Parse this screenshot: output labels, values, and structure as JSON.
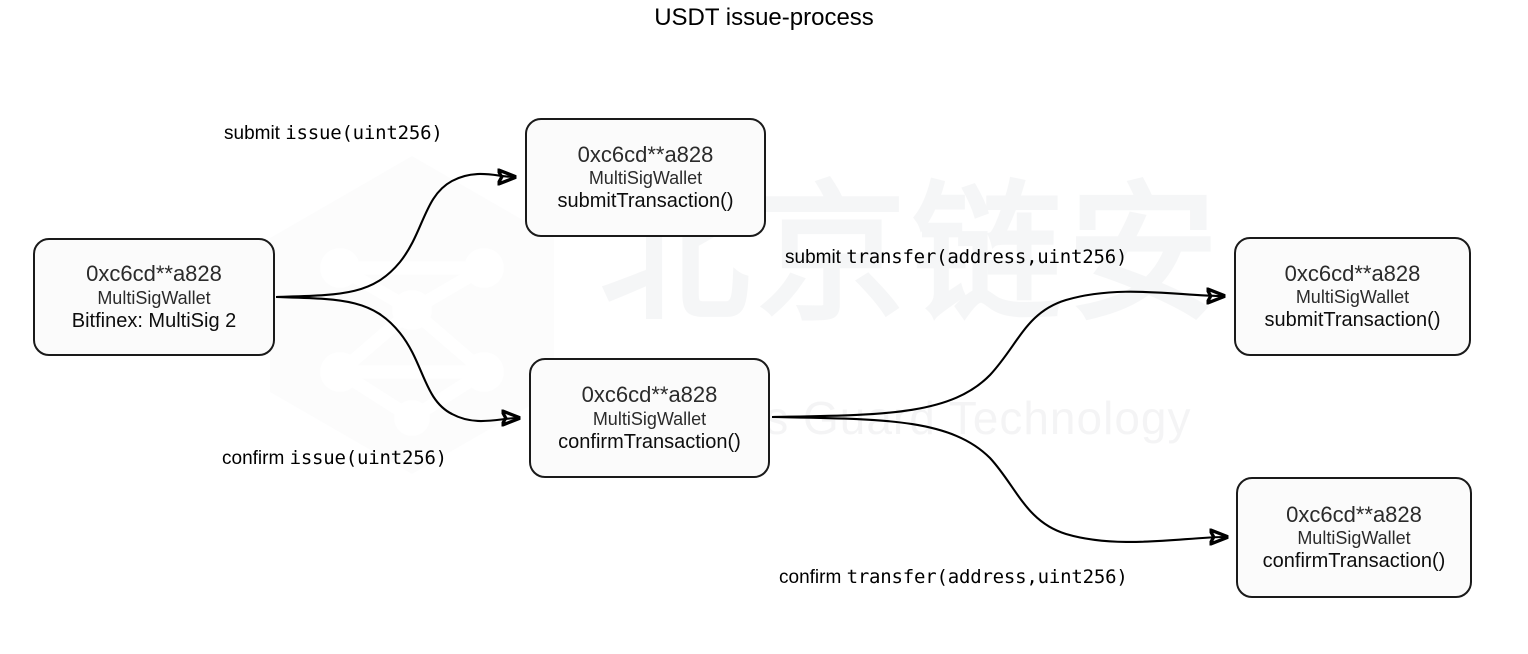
{
  "title": "USDT issue-process",
  "watermark": {
    "cjk_text": "北京链安",
    "en_text": "Chains Guard Technology",
    "logo_icon": "hexagon-network-logo"
  },
  "nodes": [
    {
      "id": "source",
      "address": "0xc6cd**a828",
      "contract": "MultiSigWallet",
      "detail": "Bitfinex: MultiSig 2"
    },
    {
      "id": "submit-issue",
      "address": "0xc6cd**a828",
      "contract": "MultiSigWallet",
      "detail": "submitTransaction()"
    },
    {
      "id": "confirm-issue",
      "address": "0xc6cd**a828",
      "contract": "MultiSigWallet",
      "detail": "confirmTransaction()"
    },
    {
      "id": "submit-transfer",
      "address": "0xc6cd**a828",
      "contract": "MultiSigWallet",
      "detail": "submitTransaction()"
    },
    {
      "id": "confirm-transfer",
      "address": "0xc6cd**a828",
      "contract": "MultiSigWallet",
      "detail": "confirmTransaction()"
    }
  ],
  "edges": [
    {
      "id": "submit-issue",
      "verb": "submit ",
      "signature": "issue(uint256)",
      "from": "source",
      "to": "submit-issue"
    },
    {
      "id": "confirm-issue",
      "verb": "confirm ",
      "signature": "issue(uint256)",
      "from": "source",
      "to": "confirm-issue"
    },
    {
      "id": "submit-transfer",
      "verb": "submit ",
      "signature": "transfer(address,uint256)",
      "from": "confirm-issue",
      "to": "submit-transfer"
    },
    {
      "id": "confirm-transfer",
      "verb": "confirm ",
      "signature": "transfer(address,uint256)",
      "from": "confirm-issue",
      "to": "confirm-transfer"
    }
  ],
  "colors": {
    "node_border": "#1a1a1a",
    "node_fill": "#fbfbfb",
    "edge_stroke": "#000000",
    "text": "#111111",
    "background": "#ffffff"
  }
}
